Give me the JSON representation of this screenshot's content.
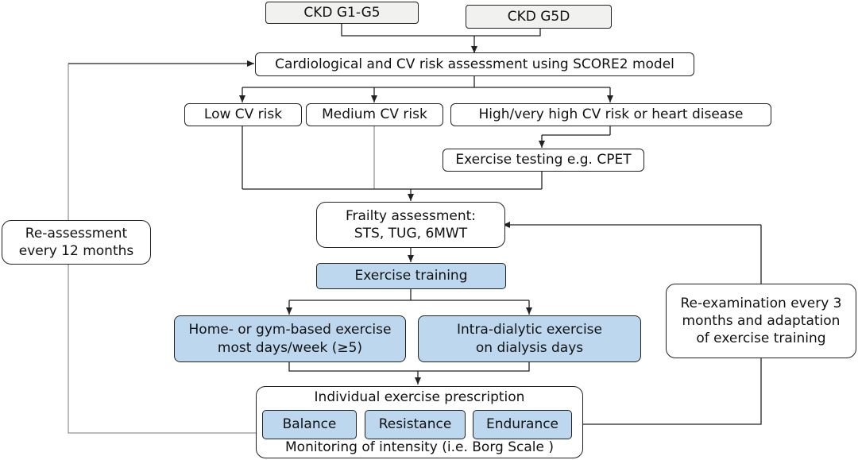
{
  "nodes": {
    "ckd_g1_g5": "CKD G1-G5",
    "ckd_g5d": "CKD G5D",
    "cardio": "Cardiological and CV risk assessment using SCORE2 model",
    "low_risk": "Low CV risk",
    "medium_risk": "Medium CV risk",
    "high_risk": "High/very high CV risk or heart disease",
    "exercise_testing": "Exercise testing e.g. CPET",
    "frailty": [
      "Frailty assessment:",
      "STS, TUG, 6MWT"
    ],
    "exercise_training": "Exercise training",
    "home_gym": [
      "Home- or gym-based exercise",
      "most days/week (≥5)"
    ],
    "intradialytic": [
      "Intra-dialytic exercise",
      "on dialysis days"
    ],
    "reassessment": [
      "Re-assessment",
      "every 12 months"
    ],
    "reexamination": [
      "Re-examination every 3",
      "months and adaptation",
      "of exercise training"
    ],
    "prescription": {
      "title": "Individual exercise prescription",
      "balance": "Balance",
      "resistance": "Resistance",
      "endurance": "Endurance",
      "monitoring": "Monitoring of intensity (i.e. Borg Scale )"
    }
  },
  "colors": {
    "box_fill_blue": "#bdd7ee",
    "box_fill_grey": "#f1f1ef",
    "line": "#222222"
  }
}
